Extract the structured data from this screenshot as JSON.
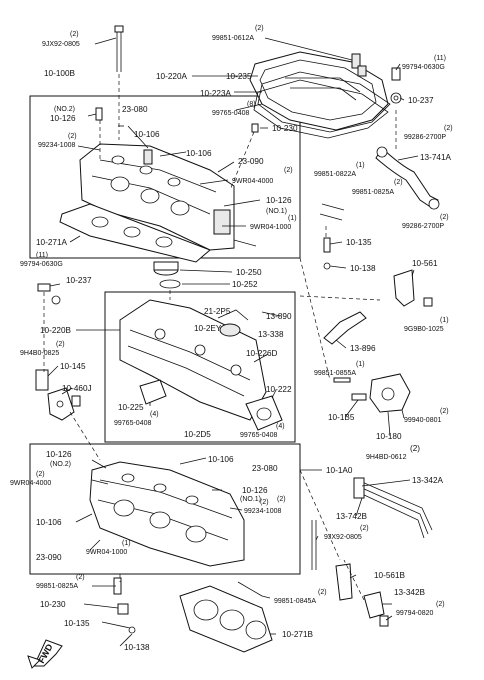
{
  "labels": {
    "l01": "(2)",
    "l02": "9JX92-0805",
    "l03": "10-100B",
    "l04": "(2)",
    "l05": "99851-0612A",
    "l06": "(11)",
    "l07": "99794-0630G",
    "l08": "10-220A",
    "l09": "10-235",
    "l10": "10-237",
    "l11": "10-223A",
    "l12": "(8)",
    "l13": "99765-0408",
    "l14": "(NO.2)",
    "l15": "10-126",
    "l16": "23-080",
    "l17": "10-106",
    "l18": "(2)",
    "l19": "99234-1008",
    "l20": "10-230",
    "l21": "(2)",
    "l22": "99286-2700P",
    "l23": "10-106",
    "l24": "23-090",
    "l25": "13-741A",
    "l26": "(2)",
    "l27": "9WR04-4000",
    "l28": "(1)",
    "l29": "99851-0822A",
    "l30": "(2)",
    "l31": "99851-0825A",
    "l32": "10-126",
    "l33": "(NO.1)",
    "l34": "(1)",
    "l35": "9WR04-1000",
    "l36": "(2)",
    "l37": "99286-2700P",
    "l38": "10-271A",
    "l39": "10-135",
    "l40": "(11)",
    "l41": "99794-0630G",
    "l42": "10-138",
    "l43": "10-250",
    "l44": "10-237",
    "l45": "10-561",
    "l46": "10-252",
    "l47": "21-2P5",
    "l48": "13-890",
    "l49": "10-220B",
    "l50": "10-2EY",
    "l51": "13-338",
    "l52": "(2)",
    "l53": "9H4B0-0825",
    "l54": "(1)",
    "l55": "9G9B0-1025",
    "l56": "10-226D",
    "l57": "13-896",
    "l58": "10-145",
    "l59": "(1)",
    "l60": "99851-0855A",
    "l61": "10-460J",
    "l62": "10-222",
    "l63": "10-225",
    "l64": "10-1B5",
    "l65": "(4)",
    "l66": "99765-0408",
    "l67": "(2)",
    "l68": "99940-0801",
    "l69": "10-2D5",
    "l70": "(4)",
    "l71": "99765-0408",
    "l72": "10-180",
    "l73": "(2)",
    "l74": "9H4BD-0612",
    "l75": "10-126",
    "l76": "(NO.2)",
    "l77": "10-106",
    "l78": "23-080",
    "l79": "10-1A0",
    "l80": "(2)",
    "l81": "9WR04-4000",
    "l82": "13-342A",
    "l83": "10-126",
    "l84": "(NO.1)",
    "l85": "(2)",
    "l86": "(2)",
    "l87": "99234-1008",
    "l88": "13-742B",
    "l89": "10-106",
    "l90": "(2)",
    "l91": "9JX92-0805",
    "l92": "(1)",
    "l93": "9WR04-1000",
    "l94": "23-090",
    "l95": "(2)",
    "l96": "99851-0825A",
    "l97": "10-561B",
    "l98": "10-230",
    "l99": "(2)",
    "l100": "99851-0845A",
    "l101": "13-342B",
    "l102": "(2)",
    "l103": "99794-0820",
    "l104": "10-135",
    "l105": "10-271B",
    "l106": "10-138",
    "l107": "FWD"
  }
}
